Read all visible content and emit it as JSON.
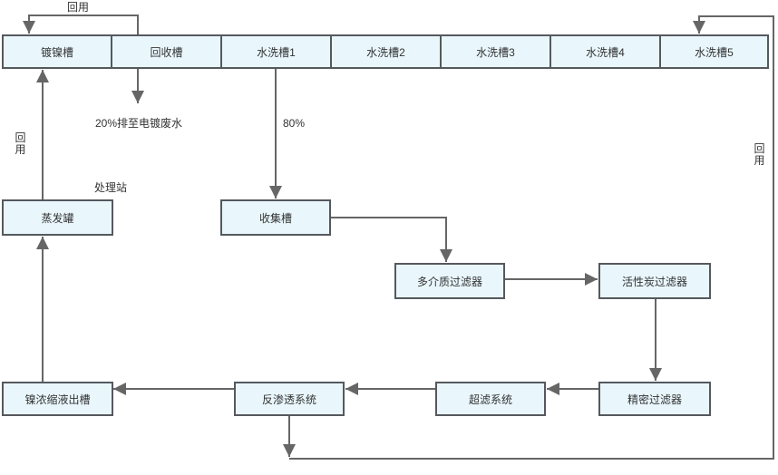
{
  "diagram": {
    "process_row": [
      "镀镍槽",
      "回收槽",
      "水洗槽1",
      "水洗槽2",
      "水洗槽3",
      "水洗槽4",
      "水洗槽5"
    ],
    "treatment_nodes": {
      "evaporator": "蒸发罐",
      "collection_tank": "收集槽",
      "multimedia_filter": "多介质过滤器",
      "activated_carbon_filter": "活性炭过滤器",
      "precision_filter": "精密过滤器",
      "ultrafiltration_system": "超滤系统",
      "reverse_osmosis_system": "反渗透系统",
      "nickel_concentrate_tank": "镍浓缩液出槽"
    },
    "annotations": {
      "reuse_top": "回用",
      "reuse_left": "回用",
      "reuse_right": "回用",
      "discharge_note": "20%排至电镀废水",
      "split_80": "80%",
      "treatment_station": "处理站"
    },
    "colors": {
      "node_fill": "#e9f7fd",
      "node_border": "#55595d",
      "connector": "#666666",
      "text": "#333333",
      "background": "#ffffff"
    }
  }
}
